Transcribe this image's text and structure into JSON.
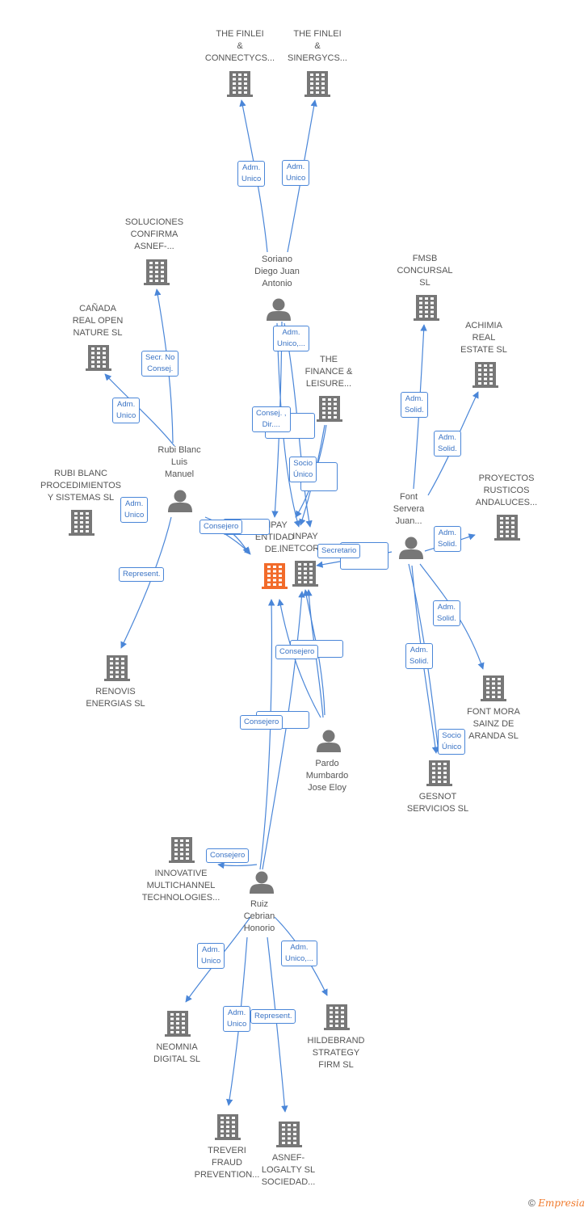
{
  "diagram": {
    "nodes": [
      {
        "id": "finlei_connectycs",
        "kind": "company",
        "lines": [
          "THE FINLEI",
          "&",
          "CONNECTYCS..."
        ]
      },
      {
        "id": "finlei_sinergycs",
        "kind": "company",
        "lines": [
          "THE FINLEI",
          "&",
          "SINERGYCS..."
        ]
      },
      {
        "id": "soluciones_confirma",
        "kind": "company",
        "lines": [
          "SOLUCIONES",
          "CONFIRMA",
          "ASNEF-..."
        ]
      },
      {
        "id": "soriano",
        "kind": "person",
        "lines": [
          "Soriano",
          "Diego Juan",
          "Antonio"
        ]
      },
      {
        "id": "fmsb",
        "kind": "company",
        "lines": [
          "FMSB",
          "CONCURSAL",
          "SL"
        ]
      },
      {
        "id": "canada_real",
        "kind": "company",
        "lines": [
          "CAÑADA",
          "REAL OPEN",
          "NATURE SL"
        ]
      },
      {
        "id": "achimia",
        "kind": "company",
        "lines": [
          "ACHIMIA",
          "REAL",
          "ESTATE  SL"
        ]
      },
      {
        "id": "finance_leisure",
        "kind": "company",
        "lines": [
          "THE",
          "FINANCE &",
          "LEISURE..."
        ]
      },
      {
        "id": "rubi_blanc_person",
        "kind": "person",
        "lines": [
          "Rubi Blanc",
          "Luis",
          "Manuel"
        ]
      },
      {
        "id": "rubi_blanc_proc",
        "kind": "company",
        "lines": [
          "RUBI BLANC",
          "PROCEDIMIENTOS",
          "Y SISTEMAS SL"
        ]
      },
      {
        "id": "proyectos_rusticos",
        "kind": "company",
        "lines": [
          "PROYECTOS",
          "RUSTICOS",
          "ANDALUCES..."
        ]
      },
      {
        "id": "font_servera",
        "kind": "person",
        "lines": [
          "Font",
          "Servera",
          "Juan..."
        ]
      },
      {
        "id": "inpay_entidad",
        "kind": "main",
        "lines": [
          "INPAY",
          "ENTIDAD",
          "DE..."
        ]
      },
      {
        "id": "inpay_netcorp",
        "kind": "company",
        "lines": [
          "INPAY",
          "INETCORP..."
        ]
      },
      {
        "id": "renovis",
        "kind": "company",
        "lines": [
          "RENOVIS",
          "ENERGIAS SL"
        ]
      },
      {
        "id": "font_mora",
        "kind": "company",
        "lines": [
          "FONT MORA",
          "SAINZ DE",
          "ARANDA  SL"
        ]
      },
      {
        "id": "pardo",
        "kind": "person",
        "lines": [
          "Pardo",
          "Mumbardo",
          "Jose Eloy"
        ]
      },
      {
        "id": "gesnot",
        "kind": "company",
        "lines": [
          "GESNOT",
          "SERVICIOS  SL"
        ]
      },
      {
        "id": "innovative",
        "kind": "company",
        "lines": [
          "INNOVATIVE",
          "MULTICHANNEL",
          "TECHNOLOGIES..."
        ]
      },
      {
        "id": "ruiz_cebrian",
        "kind": "person",
        "lines": [
          "Ruiz",
          "Cebrian",
          "Honorio"
        ]
      },
      {
        "id": "neomnia",
        "kind": "company",
        "lines": [
          "NEOMNIA",
          "DIGITAL  SL"
        ]
      },
      {
        "id": "hildebrand",
        "kind": "company",
        "lines": [
          "HILDEBRAND",
          "STRATEGY",
          "FIRM SL"
        ]
      },
      {
        "id": "treveri",
        "kind": "company",
        "lines": [
          "TREVERI",
          "FRAUD",
          "PREVENTION..."
        ]
      },
      {
        "id": "asnef_logalty",
        "kind": "company",
        "lines": [
          "ASNEF-",
          "LOGALTY SL",
          "SOCIEDAD..."
        ]
      }
    ],
    "edge_labels": [
      {
        "id": "e1",
        "lines": [
          "Adm.",
          "Unico"
        ]
      },
      {
        "id": "e2",
        "lines": [
          "Adm.",
          "Unico"
        ]
      },
      {
        "id": "e3",
        "lines": [
          "Secr.  No",
          "Consej."
        ]
      },
      {
        "id": "e4",
        "lines": [
          "Adm.",
          "Unico,..."
        ]
      },
      {
        "id": "e5",
        "lines": [
          "Adm.",
          "Unico"
        ]
      },
      {
        "id": "e6",
        "lines": [
          "Adm.",
          "Solid."
        ]
      },
      {
        "id": "e7",
        "lines": [
          "Consej. ,",
          "Dir...."
        ]
      },
      {
        "id": "e8",
        "lines": [
          "Adm.",
          "Solid."
        ]
      },
      {
        "id": "e9",
        "lines": [
          "Socio",
          "Único"
        ]
      },
      {
        "id": "e10",
        "lines": [
          "Adm.",
          "Unico"
        ]
      },
      {
        "id": "e11",
        "lines": [
          "Consejero"
        ]
      },
      {
        "id": "e12",
        "lines": [
          "Secretario"
        ]
      },
      {
        "id": "e13",
        "lines": [
          "Adm.",
          "Solid."
        ]
      },
      {
        "id": "e14",
        "lines": [
          "Represent."
        ]
      },
      {
        "id": "e15",
        "lines": [
          "Adm.",
          "Solid."
        ]
      },
      {
        "id": "e16",
        "lines": [
          "Consejero"
        ]
      },
      {
        "id": "e17",
        "lines": [
          "Adm.",
          "Solid."
        ]
      },
      {
        "id": "e18",
        "lines": [
          "Consejero"
        ]
      },
      {
        "id": "e19",
        "lines": [
          "Socio",
          "Único"
        ]
      },
      {
        "id": "e20",
        "lines": [
          "Consejero"
        ]
      },
      {
        "id": "e21",
        "lines": [
          "Adm.",
          "Unico"
        ]
      },
      {
        "id": "e22",
        "lines": [
          "Adm.",
          "Unico,..."
        ]
      },
      {
        "id": "e23",
        "lines": [
          "Adm.",
          "Unico"
        ]
      },
      {
        "id": "e24",
        "lines": [
          "Represent."
        ]
      }
    ],
    "colors": {
      "edge": "#4a86d8",
      "node_icon": "#777777",
      "main_icon": "#f26b2a",
      "label_text": "#555555"
    }
  },
  "footer": {
    "copyright_symbol": "©",
    "brand": "Empresia"
  }
}
